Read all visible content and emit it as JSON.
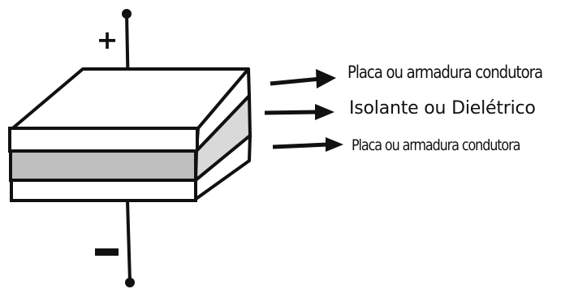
{
  "terminals": {
    "positive": "+",
    "negative": "-"
  },
  "labels": {
    "top_plate": "Placa ou armadura condutora",
    "dielectric": "Isolante ou Dielétrico",
    "bottom_plate": "Placa ou armadura condutora"
  },
  "colors": {
    "outline": "#111111",
    "plate_fill": "#ffffff",
    "dielectric_front": "#bfbfbf",
    "dielectric_side": "#d9d9d9"
  }
}
